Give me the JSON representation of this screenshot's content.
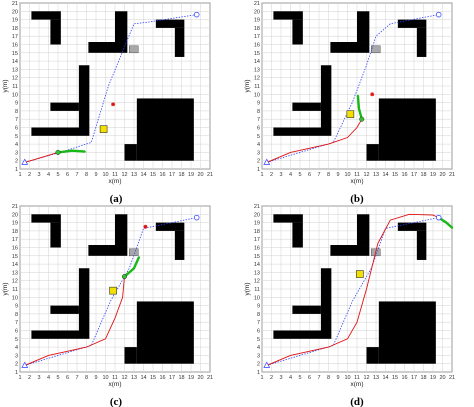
{
  "figure": {
    "captions": [
      "(a)",
      "(b)",
      "(c)",
      "(d)"
    ]
  },
  "chart_data": [
    {
      "type": "line",
      "panel": "(a)",
      "xlabel": "x(m)",
      "ylabel": "y(m)",
      "xlim": [
        1,
        21
      ],
      "ylim": [
        1,
        21
      ],
      "xticks": [
        "1",
        "2",
        "3",
        "4",
        "5",
        "6",
        "7",
        "8",
        "9",
        "10",
        "11",
        "12",
        "13",
        "14",
        "15",
        "16",
        "17",
        "18",
        "19",
        "20",
        "21"
      ],
      "yticks": [
        "1",
        "2",
        "3",
        "4",
        "5",
        "6",
        "7",
        "8",
        "9",
        "10",
        "11",
        "12",
        "13",
        "14",
        "15",
        "16",
        "17",
        "18",
        "19",
        "20",
        "21"
      ],
      "grid": true,
      "obstacles": [
        {
          "x0": 2.2,
          "x1": 5.3,
          "y0": 19.0,
          "y1": 20.0
        },
        {
          "x0": 4.2,
          "x1": 5.3,
          "y0": 16.0,
          "y1": 19.0
        },
        {
          "x0": 8.2,
          "x1": 12.3,
          "y0": 15.0,
          "y1": 16.3
        },
        {
          "x0": 11.0,
          "x1": 12.3,
          "y0": 16.3,
          "y1": 20.0
        },
        {
          "x0": 15.3,
          "x1": 18.3,
          "y0": 18.0,
          "y1": 19.0
        },
        {
          "x0": 17.3,
          "x1": 18.3,
          "y0": 14.5,
          "y1": 18.0
        },
        {
          "x0": 7.2,
          "x1": 8.3,
          "y0": 6.0,
          "y1": 13.5
        },
        {
          "x0": 4.2,
          "x1": 7.2,
          "y0": 8.0,
          "y1": 9.0
        },
        {
          "x0": 2.2,
          "x1": 8.3,
          "y0": 5.0,
          "y1": 6.0
        },
        {
          "x0": 13.3,
          "x1": 19.3,
          "y0": 2.0,
          "y1": 9.5
        },
        {
          "x0": 12.0,
          "x1": 13.3,
          "y0": 2.0,
          "y1": 4.0
        }
      ],
      "gray_box": {
        "x": 12.5,
        "y": 15.0
      },
      "start": {
        "x": 1.5,
        "y": 1.8
      },
      "goal": {
        "x": 19.6,
        "y": 19.6
      },
      "planned_path": {
        "x": [
          1.5,
          5.5,
          8.5,
          10.3,
          13.0,
          14.5,
          19.6
        ],
        "y": [
          1.8,
          3.1,
          4.2,
          11.0,
          18.5,
          18.7,
          19.6
        ]
      },
      "trajectory": {
        "x": [
          1.5,
          3.0,
          5.0
        ],
        "y": [
          1.8,
          2.3,
          3.0
        ]
      },
      "robot": {
        "x": 5.0,
        "y": 3.0
      },
      "sensor_arc": {
        "x": [
          5.0,
          6.5,
          7.8
        ],
        "y": [
          3.0,
          3.2,
          3.1
        ]
      },
      "moving_obstacle": {
        "x": 9.8,
        "y": 5.8
      },
      "target_marker": {
        "x": 10.8,
        "y": 8.8
      }
    },
    {
      "type": "line",
      "panel": "(b)",
      "xlabel": "x(m)",
      "ylabel": "y(m)",
      "xlim": [
        1,
        21
      ],
      "ylim": [
        1,
        21
      ],
      "xticks": [
        "1",
        "2",
        "3",
        "4",
        "5",
        "6",
        "7",
        "8",
        "9",
        "10",
        "11",
        "12",
        "13",
        "14",
        "15",
        "16",
        "17",
        "18",
        "19",
        "20",
        "21"
      ],
      "yticks": [
        "1",
        "2",
        "3",
        "4",
        "5",
        "6",
        "7",
        "8",
        "9",
        "10",
        "11",
        "12",
        "13",
        "14",
        "15",
        "16",
        "17",
        "18",
        "19",
        "20",
        "21"
      ],
      "grid": true,
      "obstacles": [
        {
          "x0": 2.2,
          "x1": 5.3,
          "y0": 19.0,
          "y1": 20.0
        },
        {
          "x0": 4.2,
          "x1": 5.3,
          "y0": 16.0,
          "y1": 19.0
        },
        {
          "x0": 8.2,
          "x1": 12.3,
          "y0": 15.0,
          "y1": 16.3
        },
        {
          "x0": 11.0,
          "x1": 12.3,
          "y0": 16.3,
          "y1": 20.0
        },
        {
          "x0": 15.3,
          "x1": 18.3,
          "y0": 18.0,
          "y1": 19.0
        },
        {
          "x0": 17.3,
          "x1": 18.3,
          "y0": 14.5,
          "y1": 18.0
        },
        {
          "x0": 7.2,
          "x1": 8.3,
          "y0": 6.0,
          "y1": 13.5
        },
        {
          "x0": 4.2,
          "x1": 7.2,
          "y0": 8.0,
          "y1": 9.0
        },
        {
          "x0": 2.2,
          "x1": 8.3,
          "y0": 5.0,
          "y1": 6.0
        },
        {
          "x0": 13.3,
          "x1": 19.3,
          "y0": 2.0,
          "y1": 9.5
        },
        {
          "x0": 12.0,
          "x1": 13.3,
          "y0": 2.0,
          "y1": 4.0
        }
      ],
      "gray_box": {
        "x": 12.5,
        "y": 15.0
      },
      "start": {
        "x": 1.5,
        "y": 1.8
      },
      "goal": {
        "x": 19.6,
        "y": 19.6
      },
      "planned_path": {
        "x": [
          1.5,
          8.5,
          10.5,
          12.0,
          13.0,
          14.5,
          19.6
        ],
        "y": [
          1.8,
          4.2,
          9.0,
          13.5,
          17.0,
          18.5,
          19.6
        ]
      },
      "trajectory": {
        "x": [
          1.5,
          4.0,
          8.0,
          10.0,
          11.0,
          11.5
        ],
        "y": [
          1.8,
          3.0,
          4.0,
          4.8,
          6.0,
          7.0
        ]
      },
      "robot": {
        "x": 11.5,
        "y": 7.0
      },
      "sensor_arc": {
        "x": [
          11.5,
          11.2,
          11.1
        ],
        "y": [
          7.0,
          8.3,
          9.8
        ]
      },
      "moving_obstacle": {
        "x": 10.3,
        "y": 7.6
      },
      "target_marker": {
        "x": 12.6,
        "y": 10.0
      }
    },
    {
      "type": "line",
      "panel": "(c)",
      "xlabel": "x(m)",
      "ylabel": "y(m)",
      "xlim": [
        1,
        21
      ],
      "ylim": [
        1,
        21
      ],
      "xticks": [
        "1",
        "2",
        "3",
        "4",
        "5",
        "6",
        "7",
        "8",
        "9",
        "10",
        "11",
        "12",
        "13",
        "14",
        "15",
        "16",
        "17",
        "18",
        "19",
        "20",
        "21"
      ],
      "yticks": [
        "1",
        "2",
        "3",
        "4",
        "5",
        "6",
        "7",
        "8",
        "9",
        "10",
        "11",
        "12",
        "13",
        "14",
        "15",
        "16",
        "17",
        "18",
        "19",
        "20",
        "21"
      ],
      "grid": true,
      "obstacles": [
        {
          "x0": 2.2,
          "x1": 5.3,
          "y0": 19.0,
          "y1": 20.0
        },
        {
          "x0": 4.2,
          "x1": 5.3,
          "y0": 16.0,
          "y1": 19.0
        },
        {
          "x0": 8.2,
          "x1": 12.3,
          "y0": 15.0,
          "y1": 16.3
        },
        {
          "x0": 11.0,
          "x1": 12.3,
          "y0": 16.3,
          "y1": 20.0
        },
        {
          "x0": 15.3,
          "x1": 18.3,
          "y0": 18.0,
          "y1": 19.0
        },
        {
          "x0": 17.3,
          "x1": 18.3,
          "y0": 14.5,
          "y1": 18.0
        },
        {
          "x0": 7.2,
          "x1": 8.3,
          "y0": 6.0,
          "y1": 13.5
        },
        {
          "x0": 4.2,
          "x1": 7.2,
          "y0": 8.0,
          "y1": 9.0
        },
        {
          "x0": 2.2,
          "x1": 8.3,
          "y0": 5.0,
          "y1": 6.0
        },
        {
          "x0": 13.3,
          "x1": 19.3,
          "y0": 2.0,
          "y1": 9.5
        },
        {
          "x0": 12.0,
          "x1": 13.3,
          "y0": 2.0,
          "y1": 4.0
        }
      ],
      "gray_box": {
        "x": 12.5,
        "y": 15.0
      },
      "start": {
        "x": 1.5,
        "y": 1.8
      },
      "goal": {
        "x": 19.6,
        "y": 19.6
      },
      "planned_path": {
        "x": [
          1.5,
          8.5,
          10.5,
          12.5,
          14.0,
          19.6
        ],
        "y": [
          1.8,
          4.2,
          9.5,
          13.5,
          18.3,
          19.6
        ]
      },
      "trajectory": {
        "x": [
          1.5,
          4.0,
          8.0,
          10.0,
          11.0,
          11.8,
          12.0
        ],
        "y": [
          1.8,
          3.0,
          4.0,
          5.0,
          7.5,
          10.0,
          12.5
        ]
      },
      "robot": {
        "x": 12.0,
        "y": 12.5
      },
      "sensor_arc": {
        "x": [
          12.0,
          13.0,
          13.5
        ],
        "y": [
          12.5,
          13.5,
          14.8
        ]
      },
      "moving_obstacle": {
        "x": 10.8,
        "y": 10.8
      },
      "target_marker": {
        "x": 14.2,
        "y": 18.5
      }
    },
    {
      "type": "line",
      "panel": "(d)",
      "xlabel": "x(m)",
      "ylabel": "y(m)",
      "xlim": [
        1,
        21
      ],
      "ylim": [
        1,
        21
      ],
      "xticks": [
        "1",
        "2",
        "3",
        "4",
        "5",
        "6",
        "7",
        "8",
        "9",
        "10",
        "11",
        "12",
        "13",
        "14",
        "15",
        "16",
        "17",
        "18",
        "19",
        "20",
        "21"
      ],
      "yticks": [
        "1",
        "2",
        "3",
        "4",
        "5",
        "6",
        "7",
        "8",
        "9",
        "10",
        "11",
        "12",
        "13",
        "14",
        "15",
        "16",
        "17",
        "18",
        "19",
        "20",
        "21"
      ],
      "grid": true,
      "obstacles": [
        {
          "x0": 2.2,
          "x1": 5.3,
          "y0": 19.0,
          "y1": 20.0
        },
        {
          "x0": 4.2,
          "x1": 5.3,
          "y0": 16.0,
          "y1": 19.0
        },
        {
          "x0": 8.2,
          "x1": 12.3,
          "y0": 15.0,
          "y1": 16.3
        },
        {
          "x0": 11.0,
          "x1": 12.3,
          "y0": 16.3,
          "y1": 20.0
        },
        {
          "x0": 15.3,
          "x1": 18.3,
          "y0": 18.0,
          "y1": 19.0
        },
        {
          "x0": 17.3,
          "x1": 18.3,
          "y0": 14.5,
          "y1": 18.0
        },
        {
          "x0": 7.2,
          "x1": 8.3,
          "y0": 6.0,
          "y1": 13.5
        },
        {
          "x0": 4.2,
          "x1": 7.2,
          "y0": 8.0,
          "y1": 9.0
        },
        {
          "x0": 2.2,
          "x1": 8.3,
          "y0": 5.0,
          "y1": 6.0
        },
        {
          "x0": 13.3,
          "x1": 19.3,
          "y0": 2.0,
          "y1": 9.5
        },
        {
          "x0": 12.0,
          "x1": 13.3,
          "y0": 2.0,
          "y1": 4.0
        }
      ],
      "gray_box": {
        "x": 12.5,
        "y": 15.0
      },
      "start": {
        "x": 1.5,
        "y": 1.8
      },
      "goal": {
        "x": 19.6,
        "y": 19.6
      },
      "planned_path": {
        "x": [
          1.5,
          8.5,
          10.5,
          12.5,
          14.0,
          19.6
        ],
        "y": [
          1.8,
          4.2,
          9.5,
          13.5,
          18.3,
          19.6
        ]
      },
      "trajectory": {
        "x": [
          1.5,
          4.0,
          8.0,
          10.0,
          11.0,
          12.0,
          13.2,
          14.5,
          16.5,
          19.0,
          19.6
        ],
        "y": [
          1.8,
          3.0,
          4.0,
          5.0,
          7.0,
          11.0,
          16.5,
          19.3,
          20.0,
          19.9,
          19.6
        ]
      },
      "robot": {
        "x": 19.6,
        "y": 19.6
      },
      "sensor_arc": {
        "x": [
          19.6,
          20.4,
          21.0
        ],
        "y": [
          19.6,
          19.0,
          18.4
        ]
      },
      "moving_obstacle": {
        "x": 11.3,
        "y": 12.8
      },
      "target_marker": null
    }
  ]
}
